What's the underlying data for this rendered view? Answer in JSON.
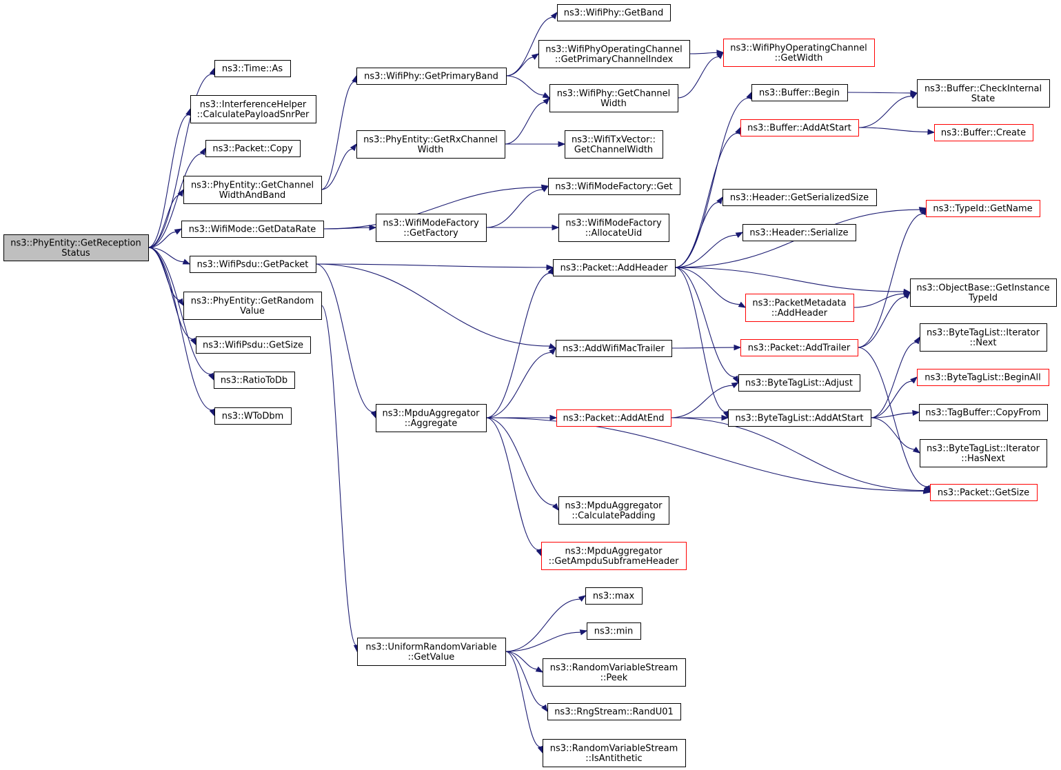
{
  "colors": {
    "edge": "#191970",
    "box_border": "#000000",
    "box_border_incomplete": "#ff0000",
    "root_fill": "#bfbfbf"
  },
  "nodes": {
    "root": {
      "lines": [
        "ns3::PhyEntity::GetReception",
        "Status"
      ],
      "style": "root"
    },
    "time_as": {
      "lines": [
        "ns3::Time::As"
      ],
      "style": "normal"
    },
    "interference_calc": {
      "lines": [
        "ns3::InterferenceHelper",
        "::CalculatePayloadSnrPer"
      ],
      "style": "normal"
    },
    "packet_copy": {
      "lines": [
        "ns3::Packet::Copy"
      ],
      "style": "normal"
    },
    "get_ch_width_band": {
      "lines": [
        "ns3::PhyEntity::GetChannel",
        "WidthAndBand"
      ],
      "style": "normal"
    },
    "wifimode_datarate": {
      "lines": [
        "ns3::WifiMode::GetDataRate"
      ],
      "style": "normal"
    },
    "psdu_getpacket": {
      "lines": [
        "ns3::WifiPsdu::GetPacket"
      ],
      "style": "normal"
    },
    "get_random_value": {
      "lines": [
        "ns3::PhyEntity::GetRandom",
        "Value"
      ],
      "style": "normal"
    },
    "psdu_getsize": {
      "lines": [
        "ns3::WifiPsdu::GetSize"
      ],
      "style": "normal"
    },
    "ratio_to_db": {
      "lines": [
        "ns3::RatioToDb"
      ],
      "style": "normal"
    },
    "w_to_dbm": {
      "lines": [
        "ns3::WToDbm"
      ],
      "style": "normal"
    },
    "get_primary_band": {
      "lines": [
        "ns3::WifiPhy::GetPrimaryBand"
      ],
      "style": "normal"
    },
    "get_rx_ch_width": {
      "lines": [
        "ns3::PhyEntity::GetRxChannel",
        "Width"
      ],
      "style": "normal"
    },
    "modefactory_getfactory": {
      "lines": [
        "ns3::WifiModeFactory",
        "::GetFactory"
      ],
      "style": "normal"
    },
    "mpdu_aggregate": {
      "lines": [
        "ns3::MpduAggregator",
        "::Aggregate"
      ],
      "style": "normal"
    },
    "uniform_getvalue": {
      "lines": [
        "ns3::UniformRandomVariable",
        "::GetValue"
      ],
      "style": "normal"
    },
    "wifiphy_getband": {
      "lines": [
        "ns3::WifiPhy::GetBand"
      ],
      "style": "normal"
    },
    "opchannel_primary_idx": {
      "lines": [
        "ns3::WifiPhyOperatingChannel",
        "::GetPrimaryChannelIndex"
      ],
      "style": "normal"
    },
    "wifiphy_getchwidth": {
      "lines": [
        "ns3::WifiPhy::GetChannel",
        "Width"
      ],
      "style": "normal"
    },
    "txvector_getchwidth": {
      "lines": [
        "ns3::WifiTxVector::",
        "GetChannelWidth"
      ],
      "style": "normal"
    },
    "modefactory_get": {
      "lines": [
        "ns3::WifiModeFactory::Get"
      ],
      "style": "normal"
    },
    "modefactory_allocuid": {
      "lines": [
        "ns3::WifiModeFactory",
        "::AllocateUid"
      ],
      "style": "normal"
    },
    "packet_addheader": {
      "lines": [
        "ns3::Packet::AddHeader"
      ],
      "style": "normal"
    },
    "add_wifimac_trailer": {
      "lines": [
        "ns3::AddWifiMacTrailer"
      ],
      "style": "normal"
    },
    "packet_addatend": {
      "lines": [
        "ns3::Packet::AddAtEnd"
      ],
      "style": "red"
    },
    "mpdu_calc_padding": {
      "lines": [
        "ns3::MpduAggregator",
        "::CalculatePadding"
      ],
      "style": "normal"
    },
    "mpdu_subframe_header": {
      "lines": [
        "ns3::MpduAggregator",
        "::GetAmpduSubframeHeader"
      ],
      "style": "red"
    },
    "ns3_max": {
      "lines": [
        "ns3::max"
      ],
      "style": "normal"
    },
    "ns3_min": {
      "lines": [
        "ns3::min"
      ],
      "style": "normal"
    },
    "rvs_peek": {
      "lines": [
        "ns3::RandomVariableStream",
        "::Peek"
      ],
      "style": "normal"
    },
    "rng_randu01": {
      "lines": [
        "ns3::RngStream::RandU01"
      ],
      "style": "normal"
    },
    "rvs_isantithetic": {
      "lines": [
        "ns3::RandomVariableStream",
        "::IsAntithetic"
      ],
      "style": "normal"
    },
    "opchannel_getwidth": {
      "lines": [
        "ns3::WifiPhyOperatingChannel",
        "::GetWidth"
      ],
      "style": "red"
    },
    "buffer_begin": {
      "lines": [
        "ns3::Buffer::Begin"
      ],
      "style": "normal"
    },
    "buffer_addatstart": {
      "lines": [
        "ns3::Buffer::AddAtStart"
      ],
      "style": "red"
    },
    "header_serializedsize": {
      "lines": [
        "ns3::Header::GetSerializedSize"
      ],
      "style": "normal"
    },
    "header_serialize": {
      "lines": [
        "ns3::Header::Serialize"
      ],
      "style": "normal"
    },
    "packetmeta_addheader": {
      "lines": [
        "ns3::PacketMetadata",
        "::AddHeader"
      ],
      "style": "red"
    },
    "packet_addtrailer": {
      "lines": [
        "ns3::Packet::AddTrailer"
      ],
      "style": "red"
    },
    "bytetag_adjust": {
      "lines": [
        "ns3::ByteTagList::Adjust"
      ],
      "style": "normal"
    },
    "bytetag_addatstart": {
      "lines": [
        "ns3::ByteTagList::AddAtStart"
      ],
      "style": "normal"
    },
    "buffer_checkinternal": {
      "lines": [
        "ns3::Buffer::CheckInternal",
        "State"
      ],
      "style": "normal"
    },
    "buffer_create": {
      "lines": [
        "ns3::Buffer::Create"
      ],
      "style": "red"
    },
    "typeid_getname": {
      "lines": [
        "ns3::TypeId::GetName"
      ],
      "style": "red"
    },
    "objectbase_getinstance": {
      "lines": [
        "ns3::ObjectBase::GetInstance",
        "TypeId"
      ],
      "style": "normal"
    },
    "bytetag_iter_next": {
      "lines": [
        "ns3::ByteTagList::Iterator",
        "::Next"
      ],
      "style": "normal"
    },
    "bytetag_beginall": {
      "lines": [
        "ns3::ByteTagList::BeginAll"
      ],
      "style": "red"
    },
    "tagbuffer_copyfrom": {
      "lines": [
        "ns3::TagBuffer::CopyFrom"
      ],
      "style": "normal"
    },
    "bytetag_iter_hasnext": {
      "lines": [
        "ns3::ByteTagList::Iterator",
        "::HasNext"
      ],
      "style": "normal"
    },
    "packet_getsize": {
      "lines": [
        "ns3::Packet::GetSize"
      ],
      "style": "red"
    }
  },
  "edges": [
    [
      "root",
      "time_as"
    ],
    [
      "root",
      "interference_calc"
    ],
    [
      "root",
      "packet_copy"
    ],
    [
      "root",
      "get_ch_width_band"
    ],
    [
      "root",
      "wifimode_datarate"
    ],
    [
      "root",
      "psdu_getpacket"
    ],
    [
      "root",
      "get_random_value"
    ],
    [
      "root",
      "psdu_getsize"
    ],
    [
      "root",
      "ratio_to_db"
    ],
    [
      "root",
      "w_to_dbm"
    ],
    [
      "get_ch_width_band",
      "get_primary_band"
    ],
    [
      "get_ch_width_band",
      "get_rx_ch_width"
    ],
    [
      "get_primary_band",
      "wifiphy_getband"
    ],
    [
      "get_primary_band",
      "opchannel_primary_idx"
    ],
    [
      "get_primary_band",
      "wifiphy_getchwidth"
    ],
    [
      "opchannel_primary_idx",
      "opchannel_getwidth"
    ],
    [
      "wifiphy_getchwidth",
      "opchannel_getwidth"
    ],
    [
      "get_rx_ch_width",
      "wifiphy_getchwidth"
    ],
    [
      "get_rx_ch_width",
      "txvector_getchwidth"
    ],
    [
      "wifimode_datarate",
      "modefactory_get"
    ],
    [
      "wifimode_datarate",
      "modefactory_getfactory"
    ],
    [
      "modefactory_getfactory",
      "modefactory_get"
    ],
    [
      "modefactory_getfactory",
      "modefactory_allocuid"
    ],
    [
      "psdu_getpacket",
      "packet_addheader"
    ],
    [
      "psdu_getpacket",
      "add_wifimac_trailer"
    ],
    [
      "psdu_getpacket",
      "mpdu_aggregate"
    ],
    [
      "get_random_value",
      "uniform_getvalue"
    ],
    [
      "mpdu_aggregate",
      "packet_addheader"
    ],
    [
      "mpdu_aggregate",
      "add_wifimac_trailer"
    ],
    [
      "mpdu_aggregate",
      "packet_addatend"
    ],
    [
      "mpdu_aggregate",
      "packet_getsize"
    ],
    [
      "mpdu_aggregate",
      "mpdu_calc_padding"
    ],
    [
      "mpdu_aggregate",
      "mpdu_subframe_header"
    ],
    [
      "uniform_getvalue",
      "ns3_max"
    ],
    [
      "uniform_getvalue",
      "ns3_min"
    ],
    [
      "uniform_getvalue",
      "rvs_peek"
    ],
    [
      "uniform_getvalue",
      "rng_randu01"
    ],
    [
      "uniform_getvalue",
      "rvs_isantithetic"
    ],
    [
      "packet_addheader",
      "buffer_begin"
    ],
    [
      "packet_addheader",
      "buffer_addatstart"
    ],
    [
      "packet_addheader",
      "typeid_getname"
    ],
    [
      "packet_addheader",
      "header_serializedsize"
    ],
    [
      "packet_addheader",
      "header_serialize"
    ],
    [
      "packet_addheader",
      "objectbase_getinstance"
    ],
    [
      "packet_addheader",
      "packetmeta_addheader"
    ],
    [
      "packet_addheader",
      "bytetag_adjust"
    ],
    [
      "packet_addheader",
      "bytetag_addatstart"
    ],
    [
      "add_wifimac_trailer",
      "packet_addtrailer"
    ],
    [
      "packet_addatend",
      "bytetag_adjust"
    ],
    [
      "packet_addatend",
      "bytetag_addatstart"
    ],
    [
      "packet_addatend",
      "packet_getsize"
    ],
    [
      "buffer_begin",
      "buffer_checkinternal"
    ],
    [
      "buffer_addatstart",
      "buffer_checkinternal"
    ],
    [
      "buffer_addatstart",
      "buffer_create"
    ],
    [
      "packetmeta_addheader",
      "objectbase_getinstance"
    ],
    [
      "packet_addtrailer",
      "typeid_getname"
    ],
    [
      "packet_addtrailer",
      "objectbase_getinstance"
    ],
    [
      "packet_addtrailer",
      "packet_getsize"
    ],
    [
      "bytetag_addatstart",
      "bytetag_iter_next"
    ],
    [
      "bytetag_addatstart",
      "bytetag_beginall"
    ],
    [
      "bytetag_addatstart",
      "tagbuffer_copyfrom"
    ],
    [
      "bytetag_addatstart",
      "bytetag_iter_hasnext"
    ]
  ]
}
